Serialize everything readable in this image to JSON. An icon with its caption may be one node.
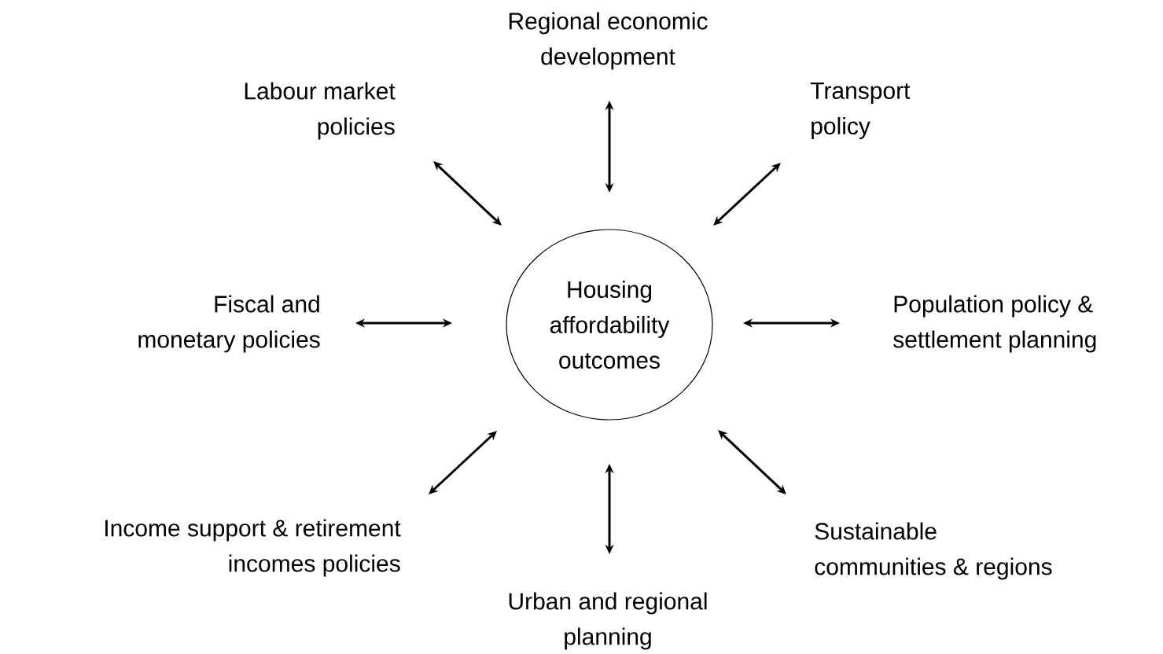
{
  "diagram": {
    "nodes": [
      {
        "text": [
          "Regional economic development"
        ]
      },
      {
        "text": [
          "Labour market policies"
        ]
      },
      {
        "text": [
          "Transport policy"
        ]
      },
      {
        "text": [
          "Fiscal and monetary policies"
        ]
      },
      {
        "text": [
          "Housing affordability outcomes"
        ]
      },
      {
        "text": [
          "Population policy & settlement planning"
        ]
      },
      {
        "text": [
          "Income support & retirement incomes policies"
        ]
      },
      {
        "text": [
          "Sustainable communities & regions"
        ]
      },
      {
        "text": [
          "Urban and regional planning"
        ]
      }
    ],
    "edges": [
      {
        "from": 0,
        "to": 4,
        "arrow": "both"
      },
      {
        "from": 1,
        "to": 4,
        "arrow": "both"
      },
      {
        "from": 2,
        "to": 4,
        "arrow": "both"
      },
      {
        "from": 3,
        "to": 4,
        "arrow": "both"
      },
      {
        "from": 5,
        "to": 4,
        "arrow": "both"
      },
      {
        "from": 6,
        "to": 4,
        "arrow": "both"
      },
      {
        "from": 7,
        "to": 4,
        "arrow": "both"
      },
      {
        "from": 8,
        "to": 4,
        "arrow": "both"
      }
    ]
  }
}
